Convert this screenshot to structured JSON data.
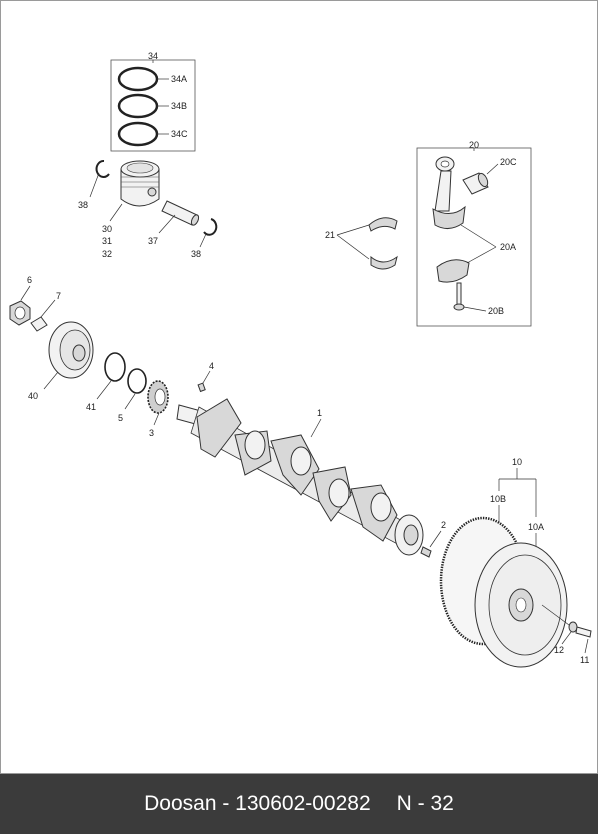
{
  "diagram": {
    "labels": {
      "p34": "34",
      "p34a": "34A",
      "p34b": "34B",
      "p34c": "34C",
      "p38a": "38",
      "p30": "30",
      "p31": "31",
      "p32": "32",
      "p37": "37",
      "p38b": "38",
      "p20": "20",
      "p20c": "20C",
      "p20a": "20A",
      "p20b": "20B",
      "p21": "21",
      "p6": "6",
      "p7": "7",
      "p40": "40",
      "p41": "41",
      "p5": "5",
      "p3": "3",
      "p4": "4",
      "p1": "1",
      "p2": "2",
      "p10": "10",
      "p10b": "10B",
      "p10a": "10A",
      "p12": "12",
      "p11": "11"
    }
  },
  "footer": {
    "brand": "Doosan - 130602-00282",
    "page": "N - 32"
  }
}
